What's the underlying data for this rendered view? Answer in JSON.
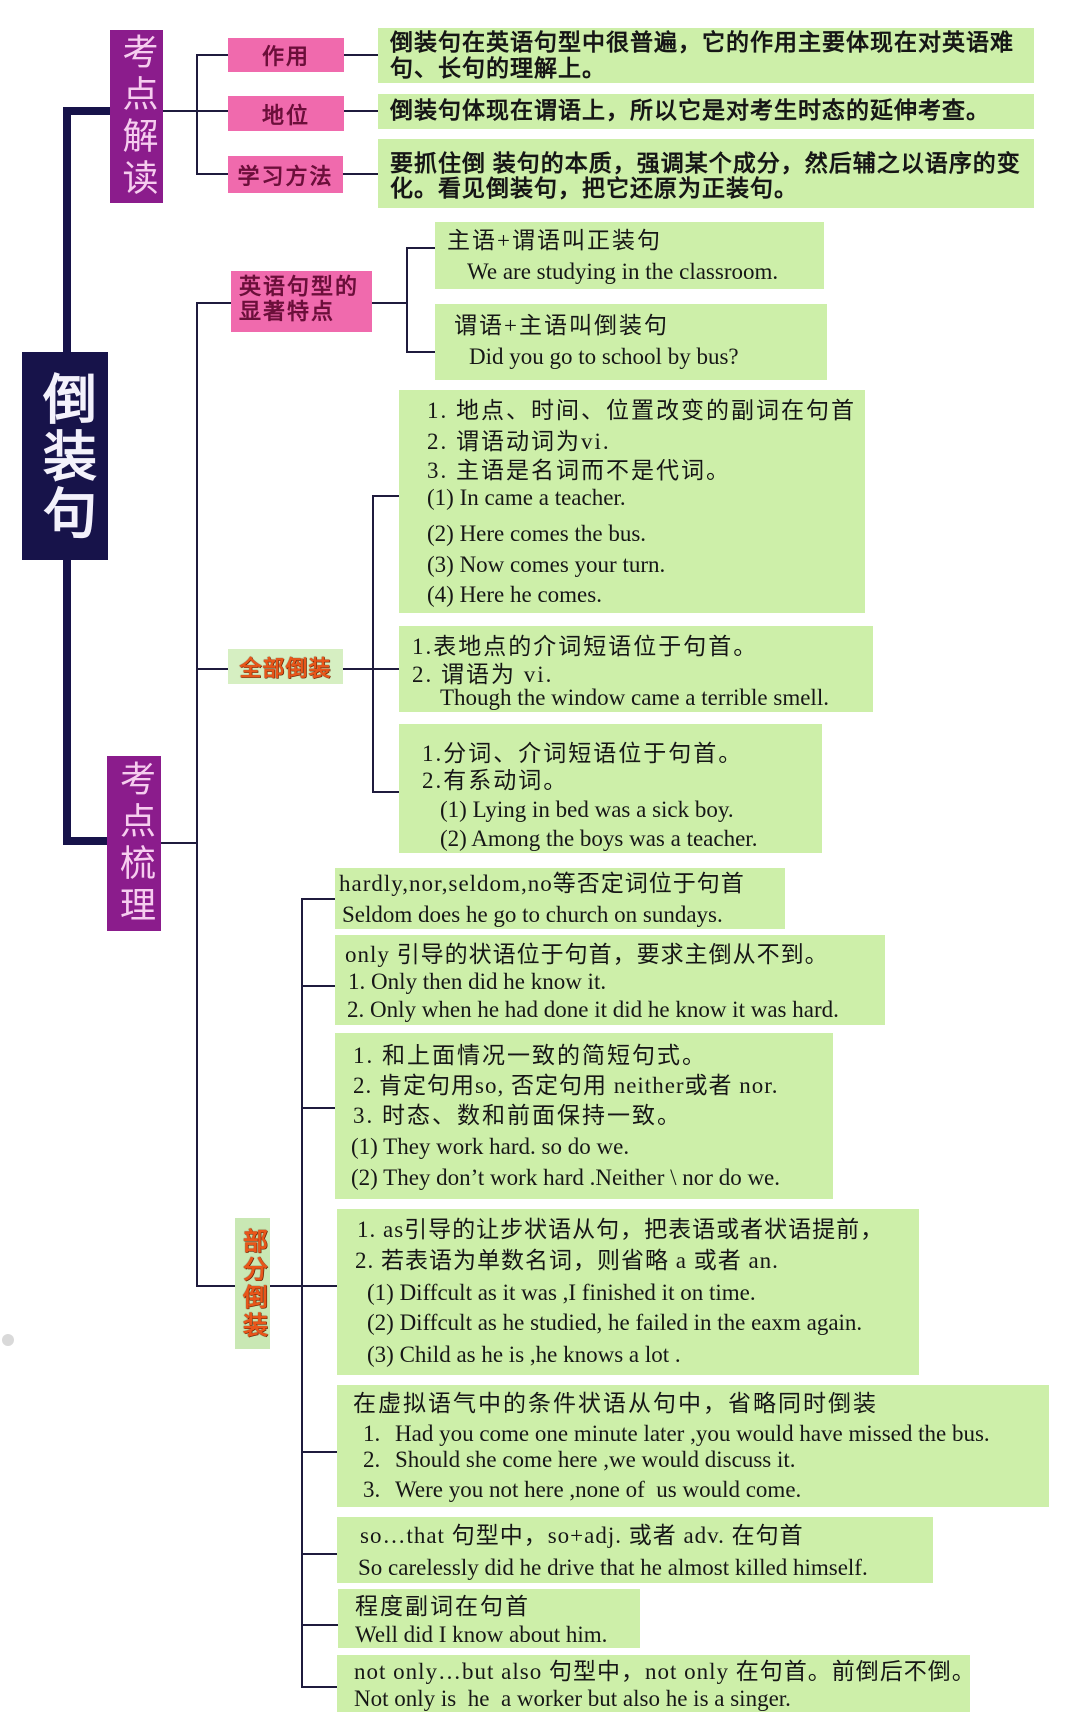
{
  "root": {
    "title": "倒装句"
  },
  "interpretation": {
    "title": "考点解读",
    "items": [
      {
        "label": "作用",
        "lines": [
          "倒装句在英语句型中很普遍，它的作用主要体现在对英语难",
          "句、长句的理解上。"
        ]
      },
      {
        "label": "地位",
        "lines": [
          "倒装句体现在谓语上，所以它是对考生时态的延伸考查。"
        ]
      },
      {
        "label": "学习方法",
        "lines": [
          "要抓住倒 装句的本质，强调某个成分，然后辅之以语序的变",
          "化。看见倒装句，把它还原为正装句。"
        ]
      }
    ]
  },
  "review": {
    "title": "考点梳理",
    "features": {
      "label_lines": [
        "英语句型的",
        "显著特点"
      ],
      "boxes": [
        {
          "lines": [
            "主语+谓语叫正装句",
            "We are studying in the classroom."
          ]
        },
        {
          "lines": [
            "谓语+主语叫倒装句",
            "Did you go to school by bus?"
          ]
        }
      ]
    },
    "full_inversion": {
      "label": "全部倒装",
      "boxes": [
        {
          "lines": [
            "1. 地点、时间、位置改变的副词在句首",
            "2. 谓语动词为vi.",
            "3. 主语是名词而不是代词。",
            "(1) In came a teacher.",
            "(2) Here comes the bus.",
            "(3) Now comes your turn.",
            "(4) Here he comes."
          ]
        },
        {
          "lines": [
            "1.表地点的介词短语位于句首。",
            "2. 谓语为 vi.",
            "Though the window came a terrible smell."
          ]
        },
        {
          "lines": [
            "1.分词、介词短语位于句首。",
            "2.有系动词。",
            "(1) Lying in bed was a sick boy.",
            "(2) Among the boys was a teacher."
          ]
        }
      ]
    },
    "partial_inversion": {
      "label": "部分倒装",
      "boxes": [
        {
          "lines": [
            "hardly,nor,seldom,no等否定词位于句首",
            "Seldom does he go to church on sundays."
          ]
        },
        {
          "lines": [
            "only 引导的状语位于句首，要求主倒从不到。",
            "1. Only then did he know it.",
            "2. Only when he had done it did he know it was hard."
          ]
        },
        {
          "lines": [
            "1. 和上面情况一致的简短句式。",
            "2. 肯定句用so, 否定句用 neither或者 nor.",
            "3. 时态、数和前面保持一致。",
            "(1) They work hard. so do we.",
            "(2) They don’t work hard .Neither \\ nor do we."
          ]
        },
        {
          "lines": [
            "1. as引导的让步状语从句，把表语或者状语提前，",
            "2. 若表语为单数名词，则省略 a 或者 an.",
            "(1) Diffcult as it was ,I finished it on time.",
            "(2) Diffcult as he studied, he failed in the eaxm again.",
            "(3) Child as he is ,he knows a lot ."
          ]
        },
        {
          "title": "在虚拟语气中的条件状语从句中，省略同时倒装",
          "items": [
            {
              "num": "1.",
              "text": "Had you come one minute later ,you would have missed the bus."
            },
            {
              "num": "2.",
              "text": "Should she come here ,we would discuss it."
            },
            {
              "num": "3.",
              "text": "Were you not here ,none of  us would come."
            }
          ]
        },
        {
          "lines": [
            "so…that 句型中，so+adj. 或者 adv. 在句首",
            "So carelessly did he drive that he almost killed himself."
          ]
        },
        {
          "lines": [
            "程度副词在句首",
            "Well did I know about him."
          ]
        },
        {
          "lines": [
            "not only…but also 句型中，not only 在句首。前倒后不倒。",
            "Not only is  he  a worker but also he is a singer."
          ]
        }
      ]
    }
  },
  "colors": {
    "root_box": "#17134a",
    "section_box": "#8b1c8c",
    "section_text": "#f6cdef",
    "label_pink": "#f06aad",
    "label_pink_text": "#6b0f3a",
    "content_green": "#cdefa9",
    "orange_label_text": "#e8561a",
    "connector": "#1f1b3d"
  }
}
